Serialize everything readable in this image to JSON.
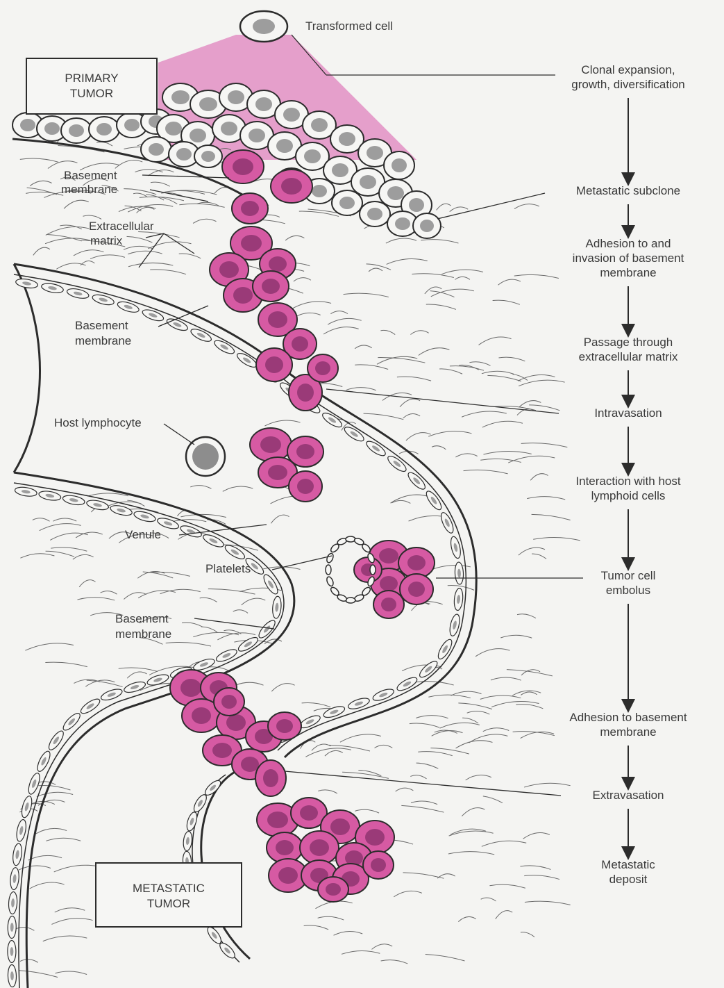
{
  "colors": {
    "background": "#f4f4f2",
    "tumor_cell_fill": "#d65aa3",
    "tumor_nucleus": "#9a3a78",
    "normal_cell_fill": "#f6f6f4",
    "normal_nucleus": "#9d9d9d",
    "clonal_wedge": "#e28fc4",
    "line": "#2c2c2c"
  },
  "boxes": {
    "primary": [
      "PRIMARY",
      "TUMOR"
    ],
    "metastatic": [
      "METASTATIC",
      "TUMOR"
    ]
  },
  "left_labels": {
    "basement_membrane_1": [
      "Basement",
      "membrane"
    ],
    "extracellular_matrix": [
      "Extracellular",
      "matrix"
    ],
    "basement_membrane_2": [
      "Basement",
      "membrane"
    ],
    "host_lymphocyte": "Host lymphocyte",
    "venule": "Venule",
    "platelets": "Platelets",
    "basement_membrane_3": [
      "Basement",
      "membrane"
    ]
  },
  "top_label": "Transformed cell",
  "steps": [
    [
      "Clonal expansion,",
      "growth, diversification"
    ],
    [
      "Metastatic subclone"
    ],
    [
      "Adhesion to and",
      "invasion of basement",
      "membrane"
    ],
    [
      "Passage through",
      "extracellular matrix"
    ],
    [
      "Intravasation"
    ],
    [
      "Interaction with host",
      "lymphoid cells"
    ],
    [
      "Tumor cell",
      "embolus"
    ],
    [
      "Adhesion to basement",
      "membrane"
    ],
    [
      "Extravasation"
    ],
    [
      "Metastatic",
      "deposit"
    ]
  ]
}
